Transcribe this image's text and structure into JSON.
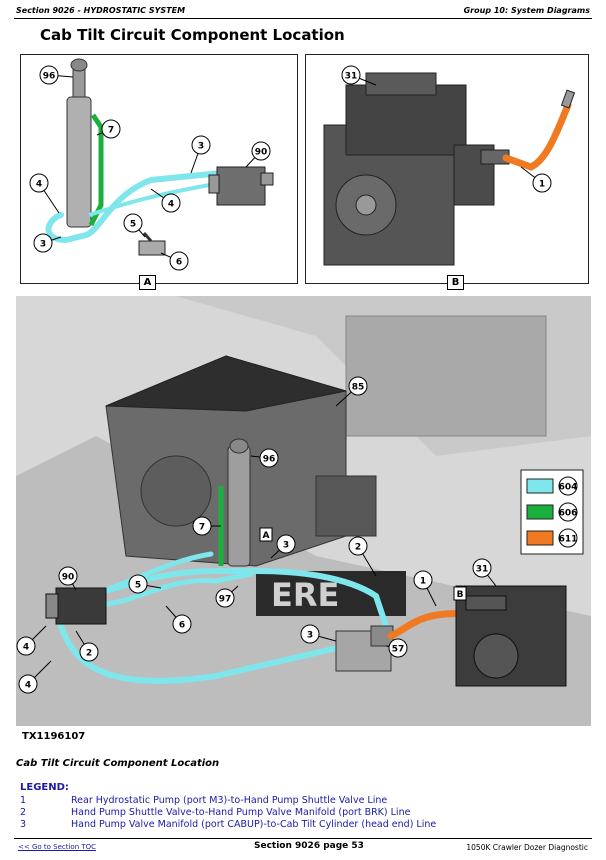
{
  "header": {
    "section": "Section 9026 - HYDROSTATIC SYSTEM",
    "group": "Group 10: System Diagrams"
  },
  "title": "Cab Tilt Circuit Component Location",
  "panel_a": {
    "label": "A",
    "callouts": [
      "96",
      "7",
      "3",
      "90",
      "4",
      "4",
      "3",
      "5",
      "6"
    ]
  },
  "panel_b": {
    "label": "B",
    "callouts": [
      "31",
      "1"
    ]
  },
  "main_figure": {
    "callouts": [
      "85",
      "96",
      "7",
      "3",
      "2",
      "1",
      "31",
      "90",
      "5",
      "6",
      "4",
      "2",
      "4",
      "3",
      "57",
      "97"
    ],
    "view_labels": [
      "A",
      "B"
    ],
    "decal_text": "ERE"
  },
  "color_key": [
    {
      "code": "604",
      "color": "#7fe6ec"
    },
    {
      "code": "606",
      "color": "#1bb03c"
    },
    {
      "code": "611",
      "color": "#f07a22"
    }
  ],
  "figure_id": "TX1196107",
  "caption": "Cab Tilt Circuit Component Location",
  "legend": {
    "heading": "LEGEND:",
    "items": [
      {
        "num": "1",
        "text": "Rear Hydrostatic Pump (port M3)-to-Hand Pump Shuttle Valve Line"
      },
      {
        "num": "2",
        "text": "Hand Pump Shuttle Valve-to-Hand Pump Valve Manifold (port BRK) Line"
      },
      {
        "num": "3",
        "text": "Hand Pump Valve Manifold (port CABUP)-to-Cab Tilt Cylinder (head end) Line"
      }
    ]
  },
  "footer": {
    "link": "<< Go to Section TOC",
    "page": "Section 9026 page 53",
    "doc": "1050K Crawler Dozer Diagnostic"
  }
}
